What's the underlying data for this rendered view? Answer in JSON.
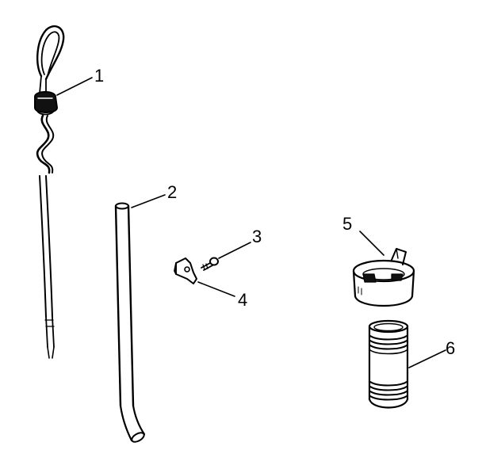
{
  "diagram": {
    "line_color": "#000000",
    "background": "#ffffff",
    "callouts": [
      {
        "number": "1"
      },
      {
        "number": "2"
      },
      {
        "number": "3"
      },
      {
        "number": "4"
      },
      {
        "number": "5"
      },
      {
        "number": "6"
      }
    ]
  }
}
